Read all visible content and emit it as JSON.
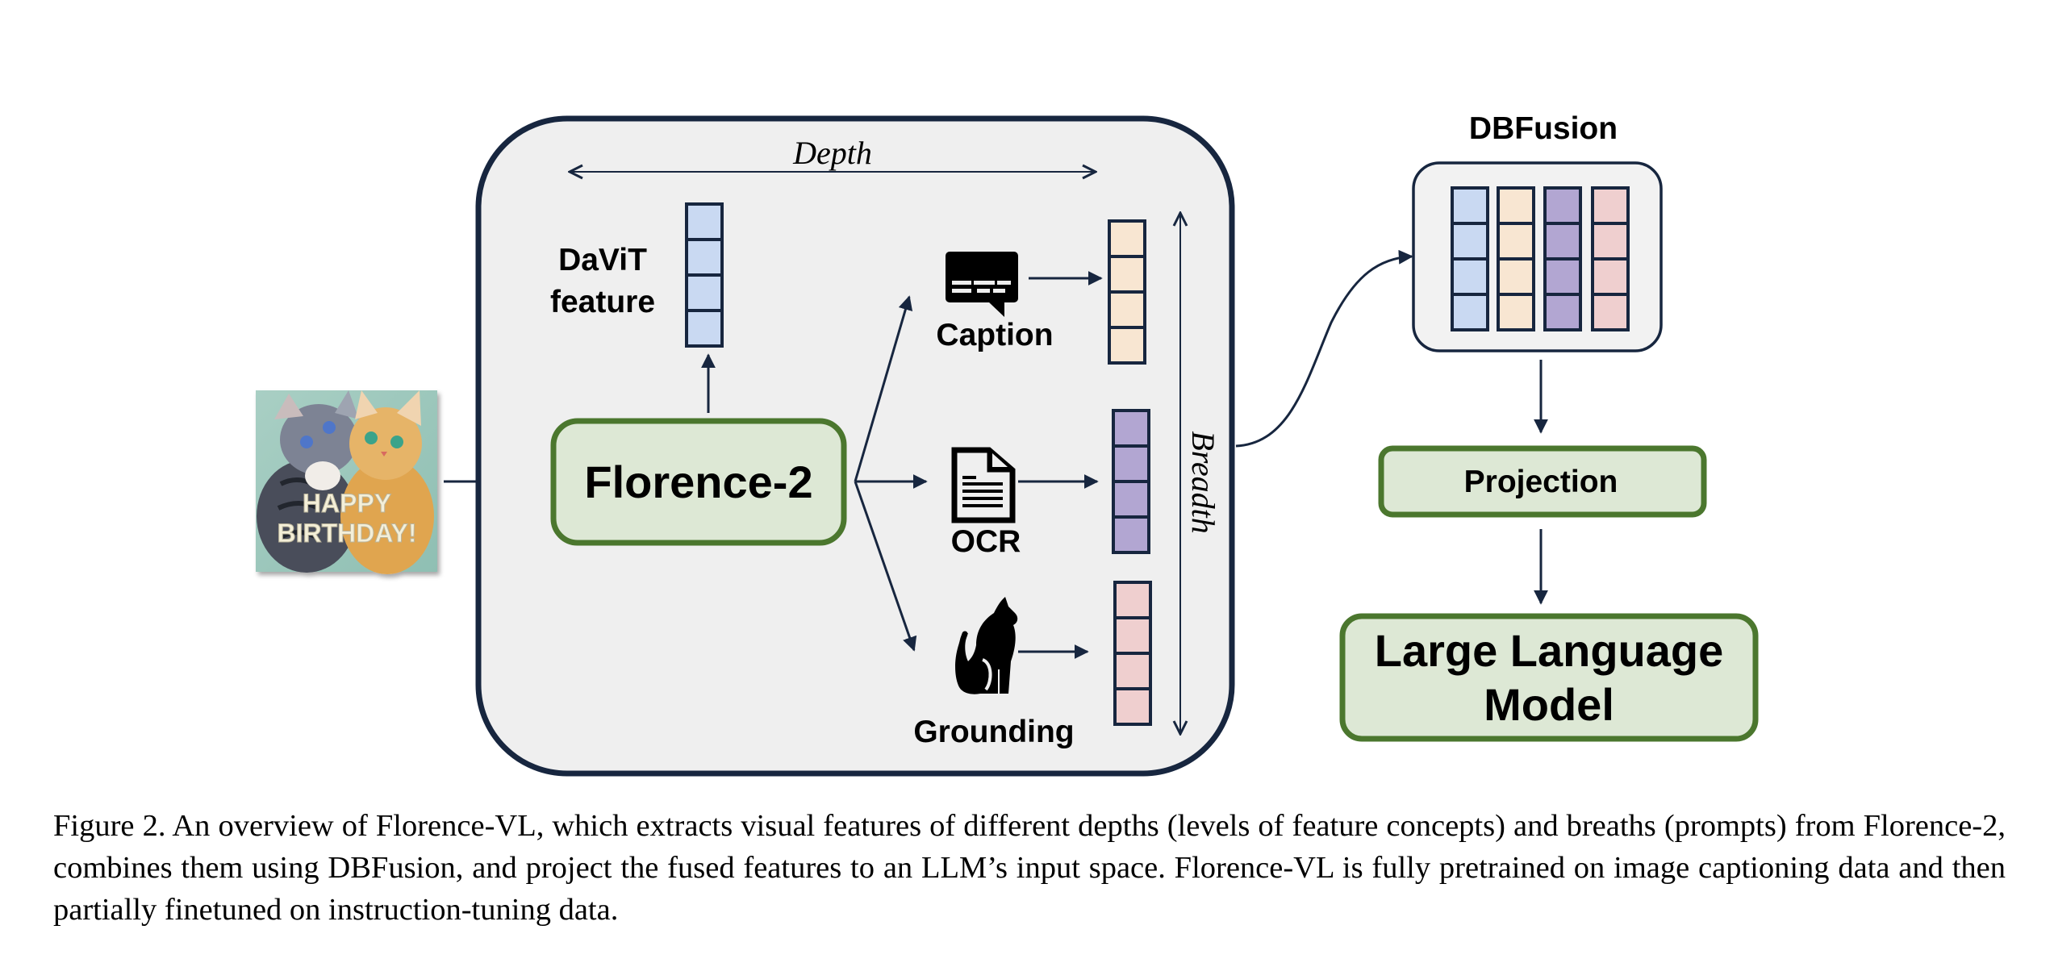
{
  "figure": {
    "input_image": {
      "alt": "Two kittens birthday card",
      "text_line1": "HAPPY",
      "text_line2": "BIRTHDAY!"
    },
    "encoder_box": {
      "label": "Florence-2"
    },
    "davit_feature": {
      "label_line1": "DaViT",
      "label_line2": "feature",
      "color": "#c9d9f2",
      "cells": 4
    },
    "axis_labels": {
      "depth": "Depth",
      "breadth": "Breadth"
    },
    "branches": [
      {
        "id": "caption",
        "label": "Caption",
        "icon": "speech-bubble-caption-icon",
        "color": "#f8e6d2",
        "cells": 4
      },
      {
        "id": "ocr",
        "label": "OCR",
        "icon": "document-icon",
        "color": "#b2a6d2",
        "cells": 4
      },
      {
        "id": "grounding",
        "label": "Grounding",
        "icon": "cat-silhouette-icon",
        "color": "#efcfcf",
        "cells": 4
      }
    ],
    "fusion": {
      "title": "DBFusion",
      "columns": [
        "#c9d9f2",
        "#f8e6d2",
        "#b2a6d2",
        "#efcfcf"
      ],
      "cells": 4
    },
    "projection": {
      "label": "Projection"
    },
    "llm": {
      "label_line1": "Large Language",
      "label_line2": "Model"
    },
    "colors": {
      "stroke": "#17263f",
      "panel_fill": "#efefef",
      "green_border": "#4b772e",
      "green_fill": "#dde8d5"
    }
  },
  "caption": {
    "text": "Figure 2. An overview of Florence-VL, which extracts visual features of different depths (levels of feature concepts) and breaths (prompts) from Florence-2, combines them using DBFusion, and project the fused features to an LLM’s input space. Florence-VL is fully pretrained on image captioning data and then partially finetuned on instruction-tuning data."
  }
}
